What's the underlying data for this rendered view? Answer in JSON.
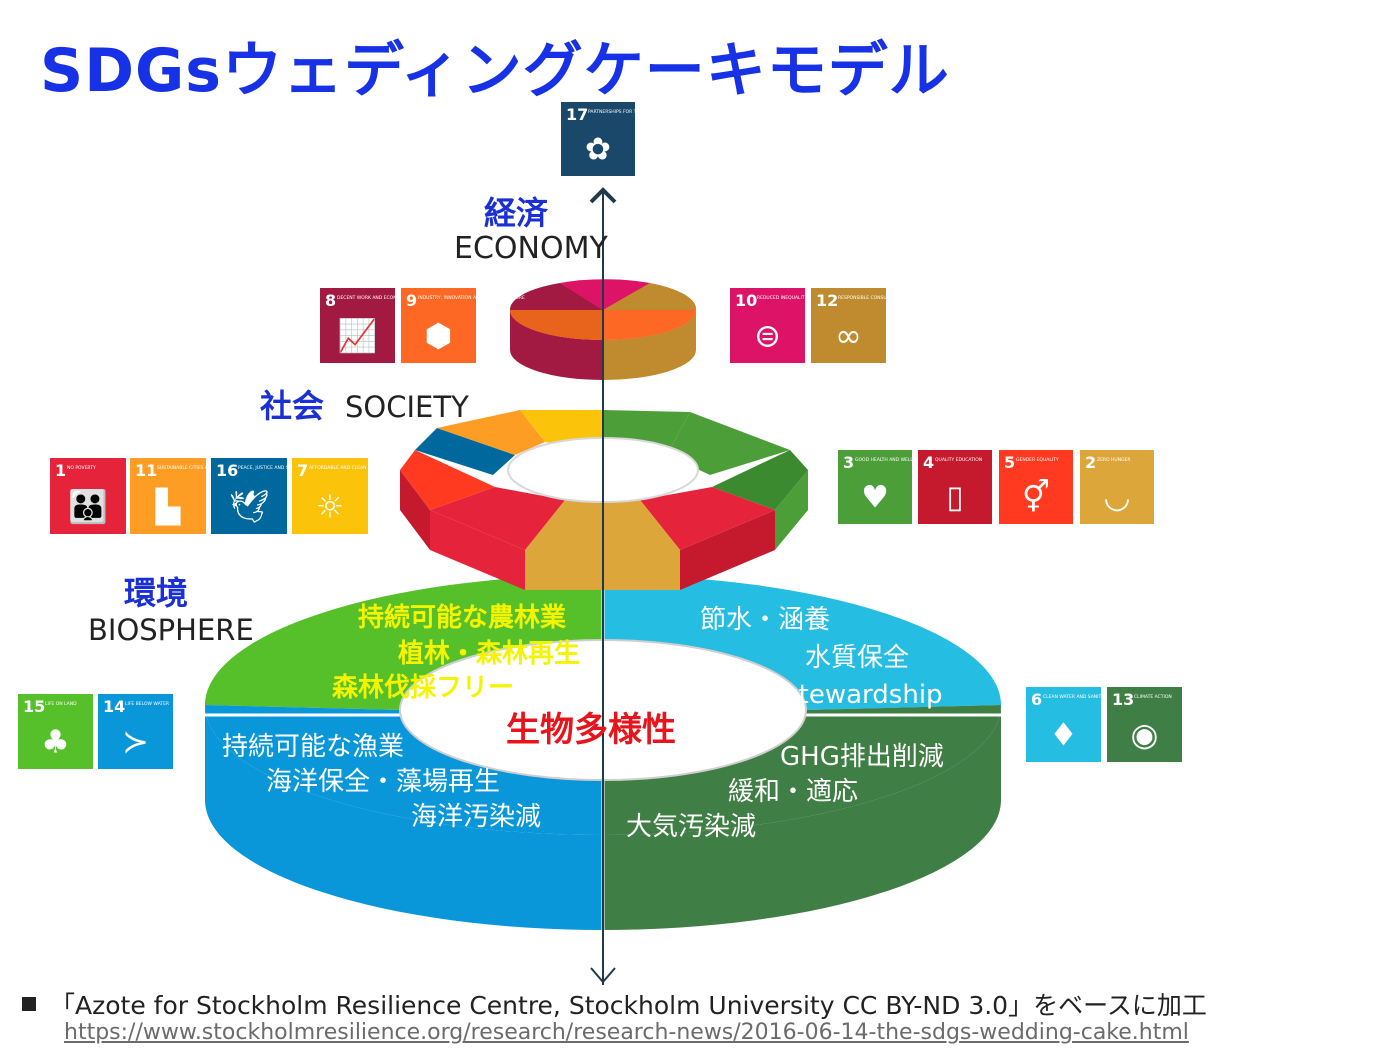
{
  "title": "SDGsウェディングケーキモデル",
  "tiers": {
    "economy": {
      "jp": "経済",
      "en": "ECONOMY"
    },
    "society": {
      "jp": "社会",
      "en": "SOCIETY"
    },
    "biosphere": {
      "jp": "環境",
      "en": "BIOSPHERE"
    }
  },
  "sdg_icons": [
    {
      "id": "sdg17",
      "num": "17",
      "sub": "PARTNERSHIPS FOR THE GOALS",
      "color": "#19486a",
      "icon": "flower-rings-icon"
    },
    {
      "id": "sdg8",
      "num": "8",
      "sub": "DECENT WORK AND ECONOMIC GROWTH",
      "color": "#a21942",
      "icon": "growth-chart-icon"
    },
    {
      "id": "sdg9",
      "num": "9",
      "sub": "INDUSTRY, INNOVATION AND INFRASTRUCTURE",
      "color": "#fd6925",
      "icon": "cubes-icon"
    },
    {
      "id": "sdg10",
      "num": "10",
      "sub": "REDUCED INEQUALITIES",
      "color": "#dd1367",
      "icon": "equal-sign-icon"
    },
    {
      "id": "sdg12",
      "num": "12",
      "sub": "RESPONSIBLE CONSUMPTION AND PRODUCTION",
      "color": "#bf8b2e",
      "icon": "infinity-icon"
    },
    {
      "id": "sdg1",
      "num": "1",
      "sub": "NO POVERTY",
      "color": "#e5243b",
      "icon": "family-icon"
    },
    {
      "id": "sdg11",
      "num": "11",
      "sub": "SUSTAINABLE CITIES AND COMMUNITIES",
      "color": "#fd9d24",
      "icon": "city-icon"
    },
    {
      "id": "sdg16",
      "num": "16",
      "sub": "PEACE, JUSTICE AND STRONG INSTITUTIONS",
      "color": "#00689d",
      "icon": "dove-icon"
    },
    {
      "id": "sdg7",
      "num": "7",
      "sub": "AFFORDABLE AND CLEAN ENERGY",
      "color": "#fcc30b",
      "icon": "sun-icon"
    },
    {
      "id": "sdg3",
      "num": "3",
      "sub": "GOOD HEALTH AND WELL-BEING",
      "color": "#4c9f38",
      "icon": "heartbeat-icon"
    },
    {
      "id": "sdg4",
      "num": "4",
      "sub": "QUALITY EDUCATION",
      "color": "#c5192d",
      "icon": "book-icon"
    },
    {
      "id": "sdg5",
      "num": "5",
      "sub": "GENDER EQUALITY",
      "color": "#ff3a21",
      "icon": "gender-icon"
    },
    {
      "id": "sdg2",
      "num": "2",
      "sub": "ZERO HUNGER",
      "color": "#dda63a",
      "icon": "bowl-icon"
    },
    {
      "id": "sdg15",
      "num": "15",
      "sub": "LIFE ON LAND",
      "color": "#56c02b",
      "icon": "tree-icon"
    },
    {
      "id": "sdg14",
      "num": "14",
      "sub": "LIFE BELOW WATER",
      "color": "#0a97d9",
      "icon": "fish-icon"
    },
    {
      "id": "sdg6",
      "num": "6",
      "sub": "CLEAN WATER AND SANITATION",
      "color": "#26bde2",
      "icon": "water-drop-icon"
    },
    {
      "id": "sdg13",
      "num": "13",
      "sub": "CLIMATE ACTION",
      "color": "#3f7e44",
      "icon": "eye-globe-icon"
    }
  ],
  "biosphere_labels": {
    "land": [
      "持続可能な農林業",
      "植林・森林再生",
      "森林伐採フリー"
    ],
    "water": [
      "節水・涵養",
      "水質保全",
      "Water stewardship"
    ],
    "sea": [
      "持続可能な漁業",
      "海洋保全・藻場再生",
      "海洋汚染減"
    ],
    "climate": [
      "GHG排出削減",
      "緩和・適応",
      "大気汚染減"
    ],
    "center": "生物多様性"
  },
  "colors": {
    "land": "#56c02b",
    "water": "#26bde2",
    "sea": "#0a97d9",
    "climate": "#3f7e44",
    "title": "#1732e6"
  },
  "footer": {
    "credit": "「Azote for Stockholm Resilience Centre, Stockholm University CC BY-ND 3.0」をベースに加工",
    "url": "https://www.stockholmresilience.org/research/research-news/2016-06-14-the-sdgs-wedding-cake.html"
  }
}
